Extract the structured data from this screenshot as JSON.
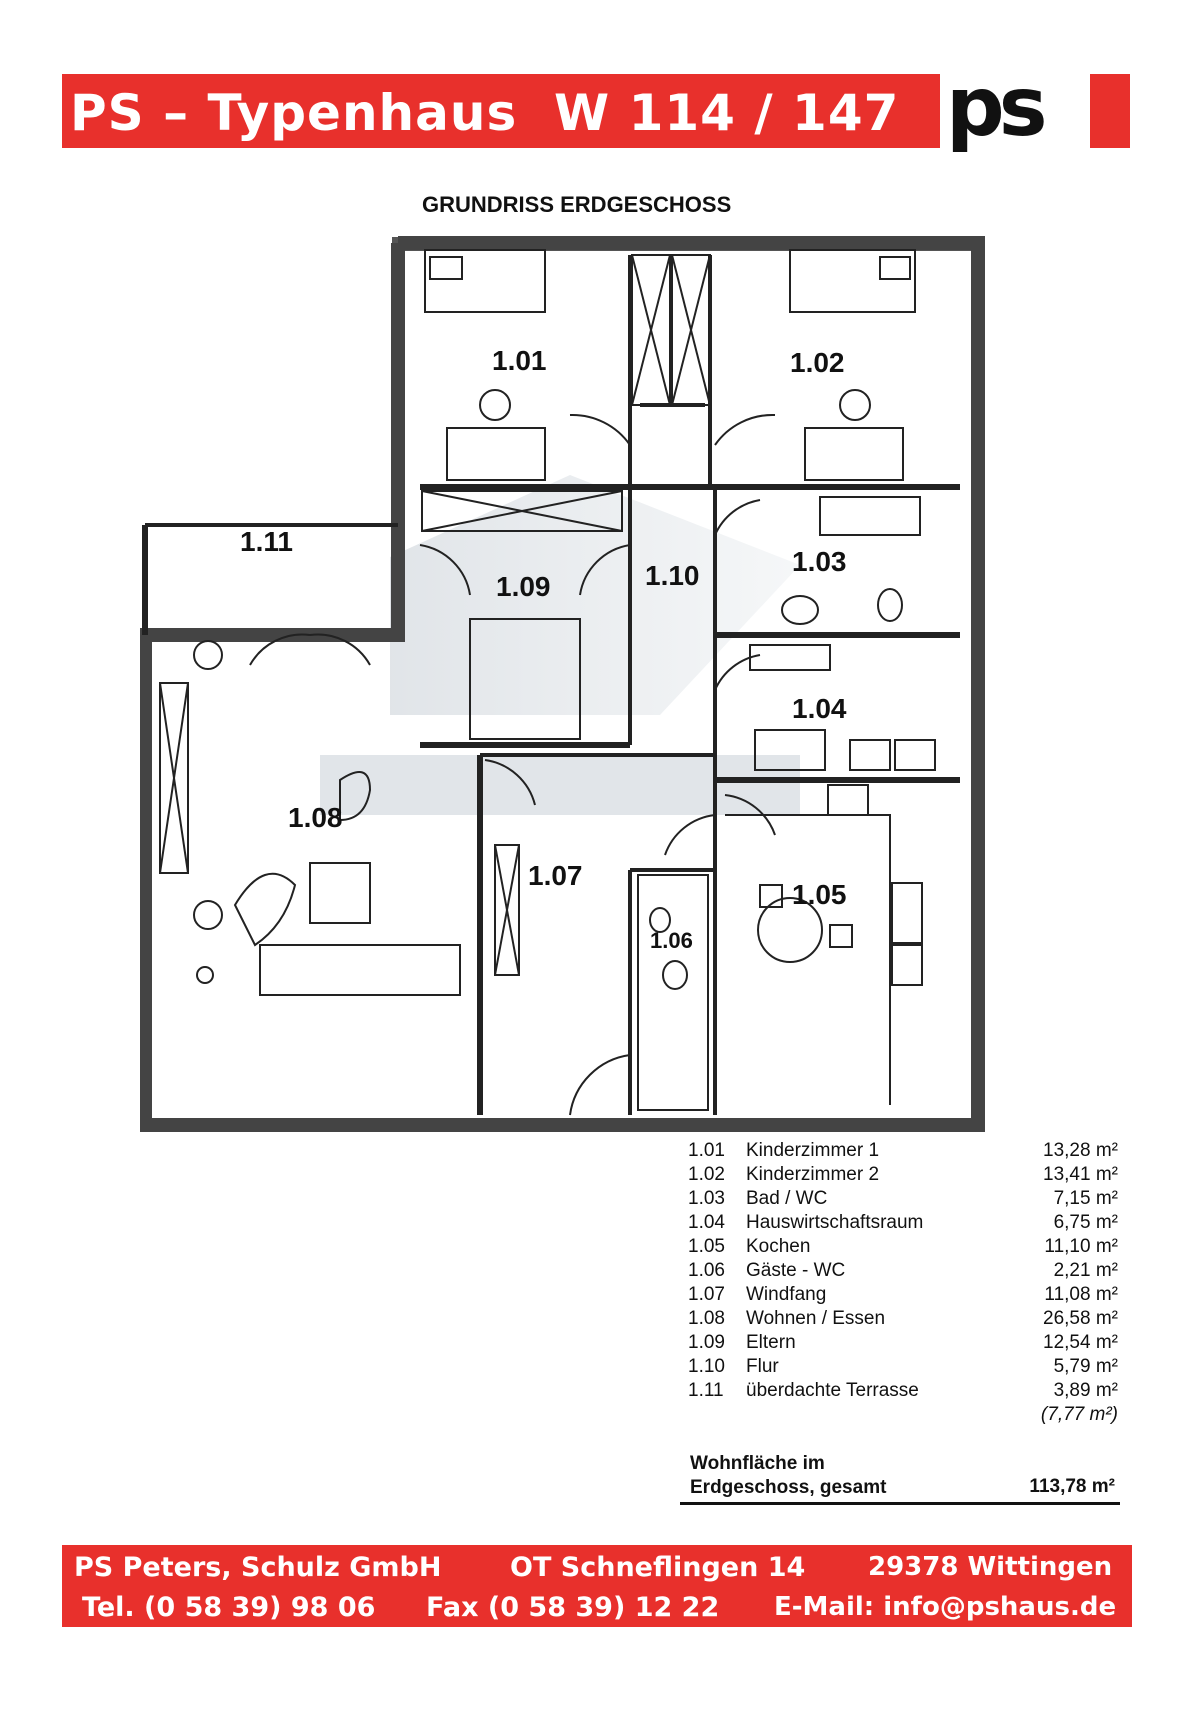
{
  "header": {
    "title": "PS – Typenhaus  W 114 / 147",
    "logo_text": "ps"
  },
  "plan": {
    "heading": "GRUNDRISS ERDGESCHOSS",
    "room_labels": [
      "1.01",
      "1.02",
      "1.03",
      "1.04",
      "1.05",
      "1.06",
      "1.07",
      "1.08",
      "1.09",
      "1.10",
      "1.11"
    ]
  },
  "areas": [
    {
      "num": "1.01",
      "name": "Kinderzimmer 1",
      "value": "13,28 m²"
    },
    {
      "num": "1.02",
      "name": "Kinderzimmer 2",
      "value": "13,41 m²"
    },
    {
      "num": "1.03",
      "name": "Bad / WC",
      "value": "7,15 m²"
    },
    {
      "num": "1.04",
      "name": "Hauswirtschaftsraum",
      "value": "6,75 m²"
    },
    {
      "num": "1.05",
      "name": "Kochen",
      "value": "11,10 m²"
    },
    {
      "num": "1.06",
      "name": "Gäste - WC",
      "value": "2,21 m²"
    },
    {
      "num": "1.07",
      "name": "Windfang",
      "value": "11,08 m²"
    },
    {
      "num": "1.08",
      "name": "Wohnen / Essen",
      "value": "26,58 m²"
    },
    {
      "num": "1.09",
      "name": "Eltern",
      "value": "12,54 m²"
    },
    {
      "num": "1.10",
      "name": "Flur",
      "value": "5,79 m²"
    },
    {
      "num": "1.11",
      "name": "überdachte Terrasse",
      "value": "3,89 m²"
    }
  ],
  "terrace_full": "(7,77 m²)",
  "total": {
    "label_line1": "Wohnfläche im",
    "label_line2": "Erdgeschoss, gesamt",
    "value": "113,78 m²"
  },
  "footer": {
    "company": "PS Peters, Schulz GmbH",
    "street": "OT Schneflingen 14",
    "city": "29378 Wittingen",
    "phone": "Tel. (0 58 39) 98 06",
    "fax": "Fax (0 58 39) 12 22",
    "email": "E-Mail: info@pshaus.de"
  }
}
